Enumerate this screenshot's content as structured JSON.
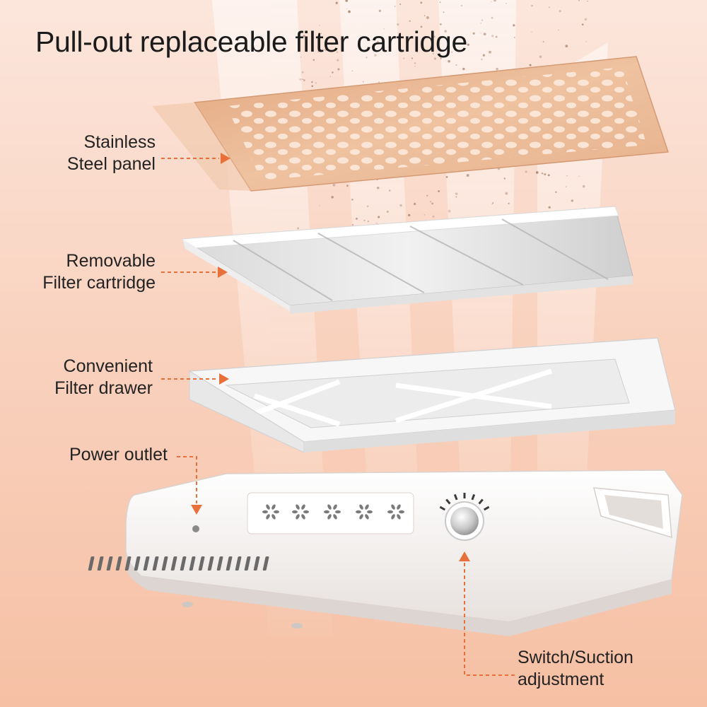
{
  "title": "Pull-out replaceable filter cartridge",
  "colors": {
    "accent": "#e8703a",
    "background_top": "#fce6dc",
    "background_bottom": "#f6c0a4",
    "panel": "#e9b48f",
    "device": "#f4f0ee"
  },
  "callouts": {
    "steel_panel": {
      "line1": "Stainless",
      "line2": "Steel panel"
    },
    "filter_cartridge": {
      "line1": "Removable",
      "line2": "Filter cartridge"
    },
    "filter_drawer": {
      "line1": "Convenient",
      "line2": "Filter drawer"
    },
    "power_outlet": {
      "line1": "Power outlet"
    },
    "switch": {
      "line1": "Switch/Suction",
      "line2": "adjustment"
    }
  }
}
